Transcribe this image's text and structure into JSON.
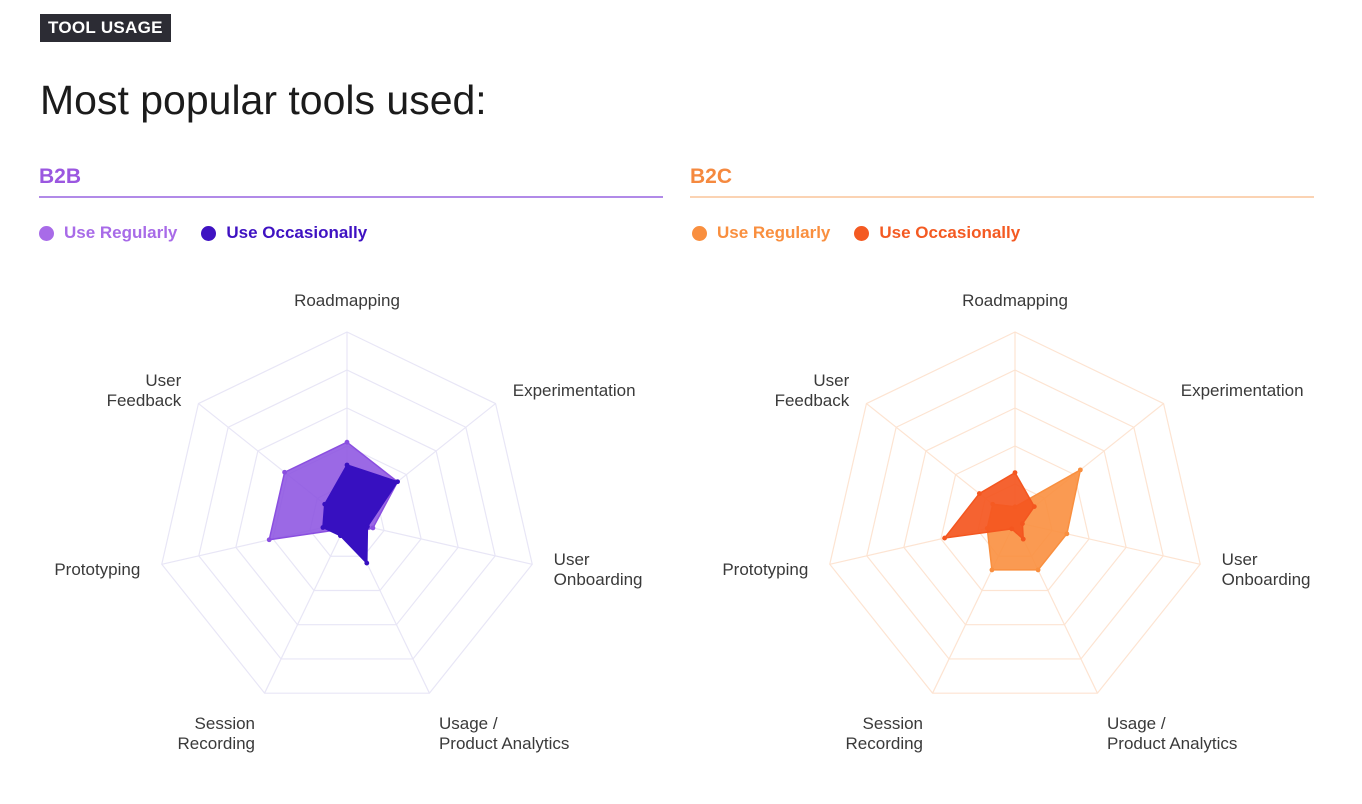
{
  "header": {
    "tag": "TOOL USAGE",
    "title": "Most popular tools used:"
  },
  "panels": [
    {
      "name": "B2B",
      "accent": "#9b57e0",
      "rule_color": "#b18ae8",
      "legend": [
        {
          "label": "Use Regularly",
          "color": "#a86be8"
        },
        {
          "label": "Use Occasionally",
          "color": "#3f12c2"
        }
      ]
    },
    {
      "name": "B2C",
      "accent": "#f5893f",
      "rule_color": "#fbd3b3",
      "legend": [
        {
          "label": "Use Regularly",
          "color": "#f98f3f"
        },
        {
          "label": "Use Occasionally",
          "color": "#f45a22"
        }
      ]
    }
  ],
  "chart_data": [
    {
      "type": "radar",
      "title": "B2B",
      "axes": [
        "Roadmapping",
        "Experimentation",
        "User Onboarding",
        "Usage / Product Analytics",
        "Session Recording",
        "Prototyping",
        "User Feedback"
      ],
      "axis_lines": [
        [
          "Roadmapping"
        ],
        [
          "Experimentation"
        ],
        [
          "User",
          "Onboarding"
        ],
        [
          "Usage /",
          "Product Analytics"
        ],
        [
          "Session",
          "Recording"
        ],
        [
          "Prototyping"
        ],
        [
          "User",
          "Feedback"
        ]
      ],
      "rmax": 5,
      "grid_levels": 5,
      "series": [
        {
          "name": "Use Regularly",
          "values": [
            2.1,
            1.7,
            0.7,
            0.35,
            0.2,
            2.1,
            2.1
          ],
          "color": "#8a4fe0",
          "opacity": 0.85
        },
        {
          "name": "Use Occasionally",
          "values": [
            1.5,
            1.7,
            0.55,
            1.2,
            0.4,
            0.65,
            0.75
          ],
          "color": "#3710c0",
          "opacity": 1.0
        }
      ]
    },
    {
      "type": "radar",
      "title": "B2C",
      "axes": [
        "Roadmapping",
        "Experimentation",
        "User Onboarding",
        "Usage / Product Analytics",
        "Session Recording",
        "Prototyping",
        "User Feedback"
      ],
      "axis_lines": [
        [
          "Roadmapping"
        ],
        [
          "Experimentation"
        ],
        [
          "User",
          "Onboarding"
        ],
        [
          "Usage /",
          "Product Analytics"
        ],
        [
          "Session",
          "Recording"
        ],
        [
          "Prototyping"
        ],
        [
          "User",
          "Feedback"
        ]
      ],
      "rmax": 5,
      "grid_levels": 5,
      "series": [
        {
          "name": "Use Regularly",
          "values": [
            0.4,
            2.2,
            1.4,
            1.4,
            1.4,
            0.75,
            0.75
          ],
          "color": "#f98f3f",
          "opacity": 0.9
        },
        {
          "name": "Use Occasionally",
          "values": [
            1.3,
            0.65,
            0.2,
            0.5,
            0.2,
            1.9,
            1.2
          ],
          "color": "#f4561f",
          "opacity": 0.92
        }
      ]
    }
  ]
}
